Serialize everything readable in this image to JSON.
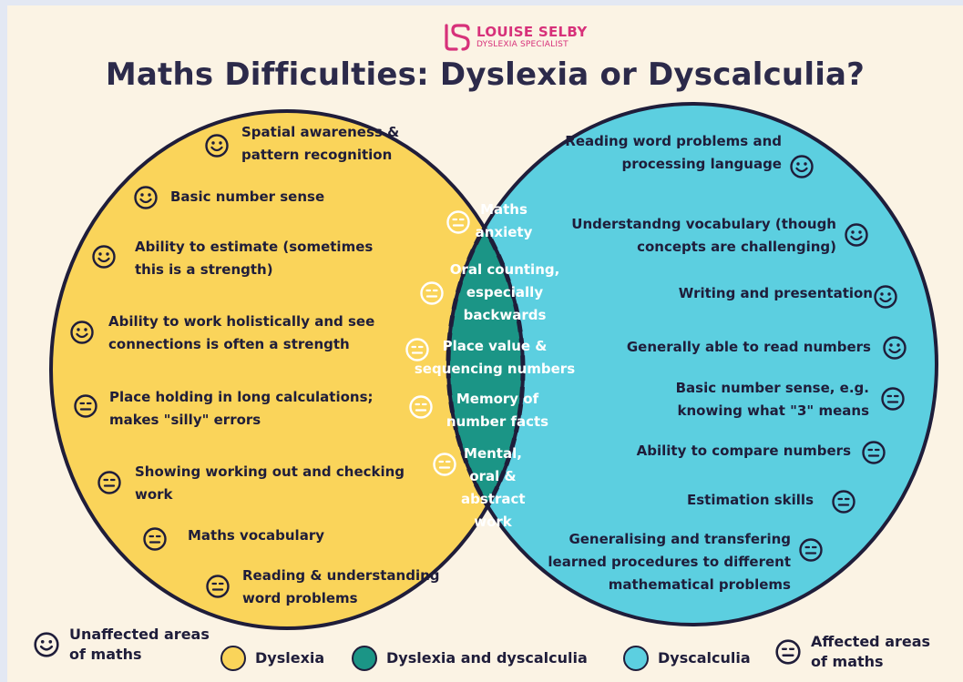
{
  "brand": {
    "name": "LOUISE SELBY",
    "subtitle": "DYSLEXIA SPECIALIST",
    "color": "#d7317a"
  },
  "title": "Maths Difficulties: Dyslexia or Dyscalculia?",
  "colors": {
    "dyslexia": "#fad45a",
    "both": "#1b9586",
    "dyscalculia": "#5ccfe0",
    "outline": "#1f1d3a"
  },
  "dyslexia_items": [
    {
      "text": "Spatial awareness & pattern recognition",
      "icon": "smile-icon"
    },
    {
      "text": "Basic number sense",
      "icon": "smile-icon"
    },
    {
      "text": "Ability to estimate (sometimes this is a strength)",
      "icon": "smile-icon"
    },
    {
      "text": "Ability to work holistically and see connections is often a strength",
      "icon": "smile-icon"
    },
    {
      "text": "Place holding in long calculations; makes \"silly\" errors",
      "icon": "neutral-face-icon"
    },
    {
      "text": "Showing working out and checking work",
      "icon": "neutral-face-icon"
    },
    {
      "text": "Maths vocabulary",
      "icon": "neutral-face-icon"
    },
    {
      "text": "Reading & understanding word problems",
      "icon": "neutral-face-icon"
    }
  ],
  "both_items": [
    {
      "text": "Maths anxiety",
      "icon": "neutral-face-icon"
    },
    {
      "text": "Oral counting, especially backwards",
      "icon": "neutral-face-icon"
    },
    {
      "text": "Place value & sequencing numbers",
      "icon": "neutral-face-icon"
    },
    {
      "text": "Memory of number facts",
      "icon": "neutral-face-icon"
    },
    {
      "text": "Mental, oral & abstract work",
      "icon": "neutral-face-icon"
    }
  ],
  "dyscalculia_items": [
    {
      "text": "Reading word problems and processing language",
      "icon": "smile-icon"
    },
    {
      "text": "Understandng vocabulary (though concepts are challenging)",
      "icon": "smile-icon"
    },
    {
      "text": "Writing and presentation",
      "icon": "smile-icon"
    },
    {
      "text": "Generally able to read numbers",
      "icon": "smile-icon"
    },
    {
      "text": "Basic number sense, e.g. knowing what \"3\" means",
      "icon": "neutral-face-icon"
    },
    {
      "text": "Ability to compare numbers",
      "icon": "neutral-face-icon"
    },
    {
      "text": "Estimation skills",
      "icon": "neutral-face-icon"
    },
    {
      "text": "Generalising and transfering learned procedures to different mathematical problems",
      "icon": "neutral-face-icon"
    }
  ],
  "legend": {
    "unaffected": "Unaffected areas of maths",
    "dyslexia": "Dyslexia",
    "both": "Dyslexia and dyscalculia",
    "dyscalculia": "Dyscalculia",
    "affected": "Affected areas of maths"
  }
}
